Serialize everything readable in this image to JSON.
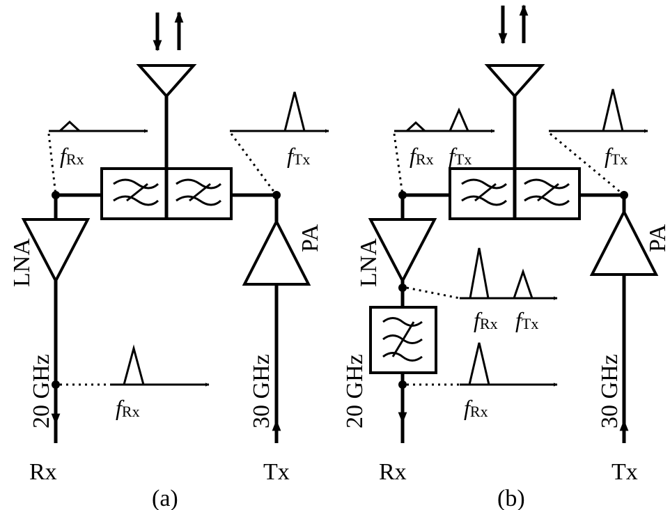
{
  "diagram": {
    "panel_a": {
      "caption": "(a)",
      "rx_label": "Rx",
      "tx_label": "Tx",
      "lna_label": "LNA",
      "pa_label": "PA",
      "rx_freq_label": "20 GHz",
      "tx_freq_label": "30 GHz",
      "f_symbol": "f",
      "rx_sub": "Rx",
      "tx_sub": "Tx"
    },
    "panel_b": {
      "caption": "(b)",
      "rx_label": "Rx",
      "tx_label": "Tx",
      "lna_label": "LNA",
      "pa_label": "PA",
      "rx_freq_label": "20 GHz",
      "tx_freq_label": "30 GHz",
      "f_symbol": "f",
      "rx_sub": "Rx",
      "tx_sub": "Tx"
    },
    "colors": {
      "line": "#000000",
      "background": "#ffffff"
    },
    "icons": [
      "antenna-icon",
      "diplexer-icon",
      "filter-icon",
      "amplifier-icon",
      "spectrum-icon",
      "arrow-icon"
    ]
  }
}
